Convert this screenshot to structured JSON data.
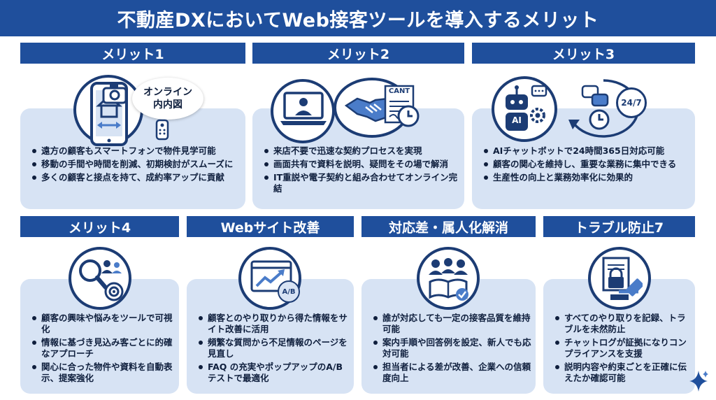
{
  "title": "不動産DXにおいてWeb接客ツールを導入するメリット",
  "cards": [
    {
      "header": "メリット1",
      "callout": "オンライン\n内内図",
      "bullets": [
        "遠方の顧客もスマートフォンで物件見学可能",
        "移動の手間や時間を削減、初期検討がスムーズに",
        "多くの顧客と接点を持て、成約率アップに貢献"
      ]
    },
    {
      "header": "メリット2",
      "doc_label": "CANT",
      "bullets": [
        "来店不要で迅速な契約プロセスを実現",
        "画面共有で資料を説明、疑問をその場で解消",
        "IT重説や電子契約と組み合わせてオンライン完結"
      ]
    },
    {
      "header": "メリット3",
      "ai_label": "AI",
      "clock_label": "24/7",
      "bullets": [
        "AIチャットボットで24時間365日対応可能",
        "顧客の関心を維持し、重要な業務に集中できる",
        "生産性の向上と業務効率化に効果的"
      ]
    },
    {
      "header": "メリット4",
      "bullets": [
        "顧客の興味や悩みをツールで可視化",
        "情報に基づき見込み客ごとに的確なアプローチ",
        "関心に合った物件や資料を自動表示、提案強化"
      ]
    },
    {
      "header": "Webサイト改善",
      "ab_label": "A/B",
      "bullets": [
        "顧客とのやり取りから得た情報をサイト改善に活用",
        "頻繁な質問から不足情報のページを見直し",
        "FAQ の充実やポップアップのA/Bテストで最適化"
      ]
    },
    {
      "header": "対応差・属人化解消",
      "bullets": [
        "誰が対応しても一定の接客品質を維持可能",
        "案内手順や回答例を設定、新人でも応対可能",
        "担当者による差が改善、企業への信頼度向上"
      ]
    },
    {
      "header": "トラブル防止7",
      "bullets": [
        "すべてのやり取りを記録、トラブルを未然防止",
        "チャットログが証拠になりコンプライアンスを支援",
        "説明内容や約束ごとを正確に伝えたか確認可能"
      ]
    }
  ],
  "colors": {
    "header": "#1f4f9c",
    "card_bg": "#d7e3f4",
    "icon_dark": "#1c3c74",
    "accent": "#4a7cc9"
  }
}
